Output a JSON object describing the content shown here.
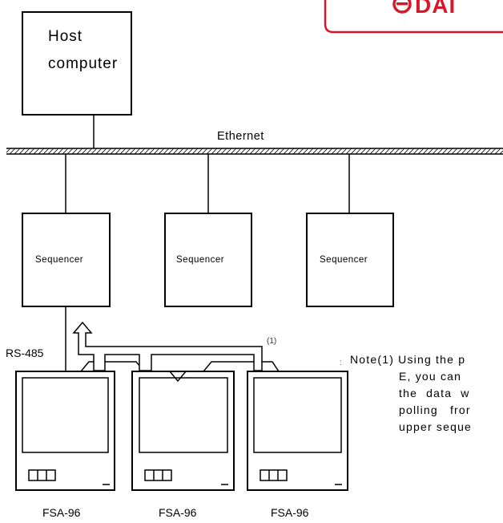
{
  "host": {
    "line1": "Host",
    "line2": "computer"
  },
  "network": {
    "label": "Ethernet"
  },
  "sequencers": [
    {
      "label": "Sequencer"
    },
    {
      "label": "Sequencer"
    },
    {
      "label": "Sequencer"
    }
  ],
  "bus": {
    "label": "RS-485"
  },
  "arrow": {
    "ref": "(1)"
  },
  "devices": [
    {
      "label": "FSA-96"
    },
    {
      "label": "FSA-96"
    },
    {
      "label": "FSA-96"
    }
  ],
  "note": {
    "line1": "Note(1) Using the p",
    "line2": "E, you can",
    "line3": "the data w",
    "line4": "polling fror",
    "line5": "upper seque"
  },
  "logo": {
    "text": "DAI"
  },
  "colors": {
    "logo_red": "#d8182a",
    "stroke": "#000000"
  }
}
